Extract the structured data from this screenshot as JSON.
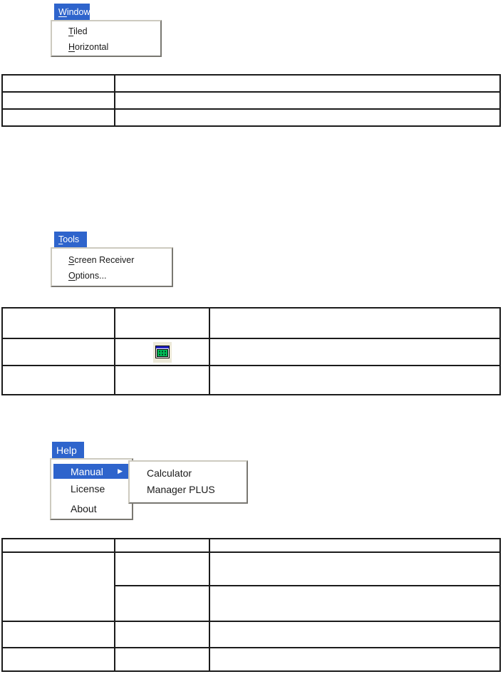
{
  "colors": {
    "highlight_blue": "#2e64cc",
    "menu_background": "#ffffff",
    "table_border": "#1b1b1b",
    "icon_button_bg": "#ece9d8",
    "icon_titlebar_blue": "#2525c8",
    "icon_screen_green": "#00c05a"
  },
  "window_menu": {
    "tab": {
      "underline": "W",
      "rest": "indow"
    },
    "items": [
      {
        "underline": "T",
        "rest": "iled"
      },
      {
        "underline": "H",
        "rest": "orizontal"
      }
    ]
  },
  "tools_menu": {
    "tab": {
      "underline": "T",
      "rest": "ools"
    },
    "items": [
      {
        "underline": "S",
        "rest": "creen Receiver"
      },
      {
        "underline": "O",
        "rest": "ptions..."
      }
    ]
  },
  "help_menu": {
    "tab": {
      "label": "Help"
    },
    "items": [
      {
        "label": "Manual",
        "highlighted": true,
        "arrow": "▶"
      },
      {
        "label": "License"
      },
      {
        "label": "About"
      }
    ],
    "submenu": {
      "items": [
        {
          "label": "Calculator"
        },
        {
          "label": "Manager PLUS"
        }
      ]
    }
  },
  "tables": [
    {
      "name": "window-menu-table",
      "rows": 3,
      "cols": 2,
      "content": "empty cells"
    },
    {
      "name": "tools-menu-table",
      "rows": 3,
      "cols": 3,
      "content": "empty cells, screen-receiver icon in row 2 col 2"
    },
    {
      "name": "help-menu-table",
      "rows": 5,
      "cols": 3,
      "content": "empty cells, col 1 merged across rows 2-3"
    }
  ]
}
